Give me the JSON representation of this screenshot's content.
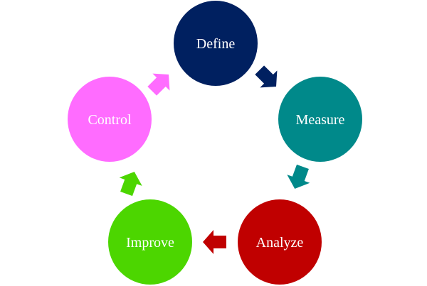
{
  "diagram": {
    "type": "cycle",
    "steps": [
      {
        "label": "Define",
        "color": "#002060"
      },
      {
        "label": "Measure",
        "color": "#00898A"
      },
      {
        "label": "Analyze",
        "color": "#C00000"
      },
      {
        "label": "Improve",
        "color": "#4CD600"
      },
      {
        "label": "Control",
        "color": "#FF6CFF"
      }
    ],
    "arrows": [
      {
        "from": "Define",
        "to": "Measure",
        "color": "#002060",
        "icon": "arrow-icon"
      },
      {
        "from": "Measure",
        "to": "Analyze",
        "color": "#00898A",
        "icon": "arrow-icon"
      },
      {
        "from": "Analyze",
        "to": "Improve",
        "color": "#C00000",
        "icon": "arrow-icon"
      },
      {
        "from": "Improve",
        "to": "Control",
        "color": "#4CD600",
        "icon": "arrow-icon"
      },
      {
        "from": "Control",
        "to": "Define",
        "color": "#FF6CFF",
        "icon": "arrow-icon"
      }
    ]
  }
}
